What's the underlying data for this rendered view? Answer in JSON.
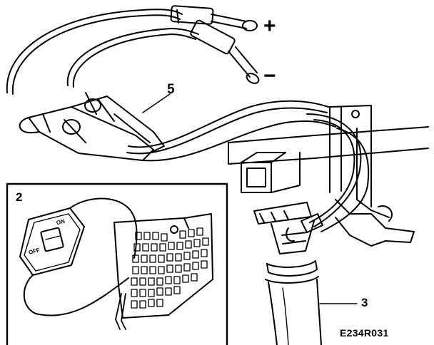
{
  "labels": {
    "plus": "+",
    "minus": "−",
    "probe_callout": "5",
    "inset_callout": "2",
    "hose_callout": "3",
    "figure_code": "E234R031"
  },
  "switch_text": {
    "on": "ON",
    "off": "OFF"
  },
  "colors": {
    "ink": "#000000",
    "paper": "#ffffff"
  }
}
